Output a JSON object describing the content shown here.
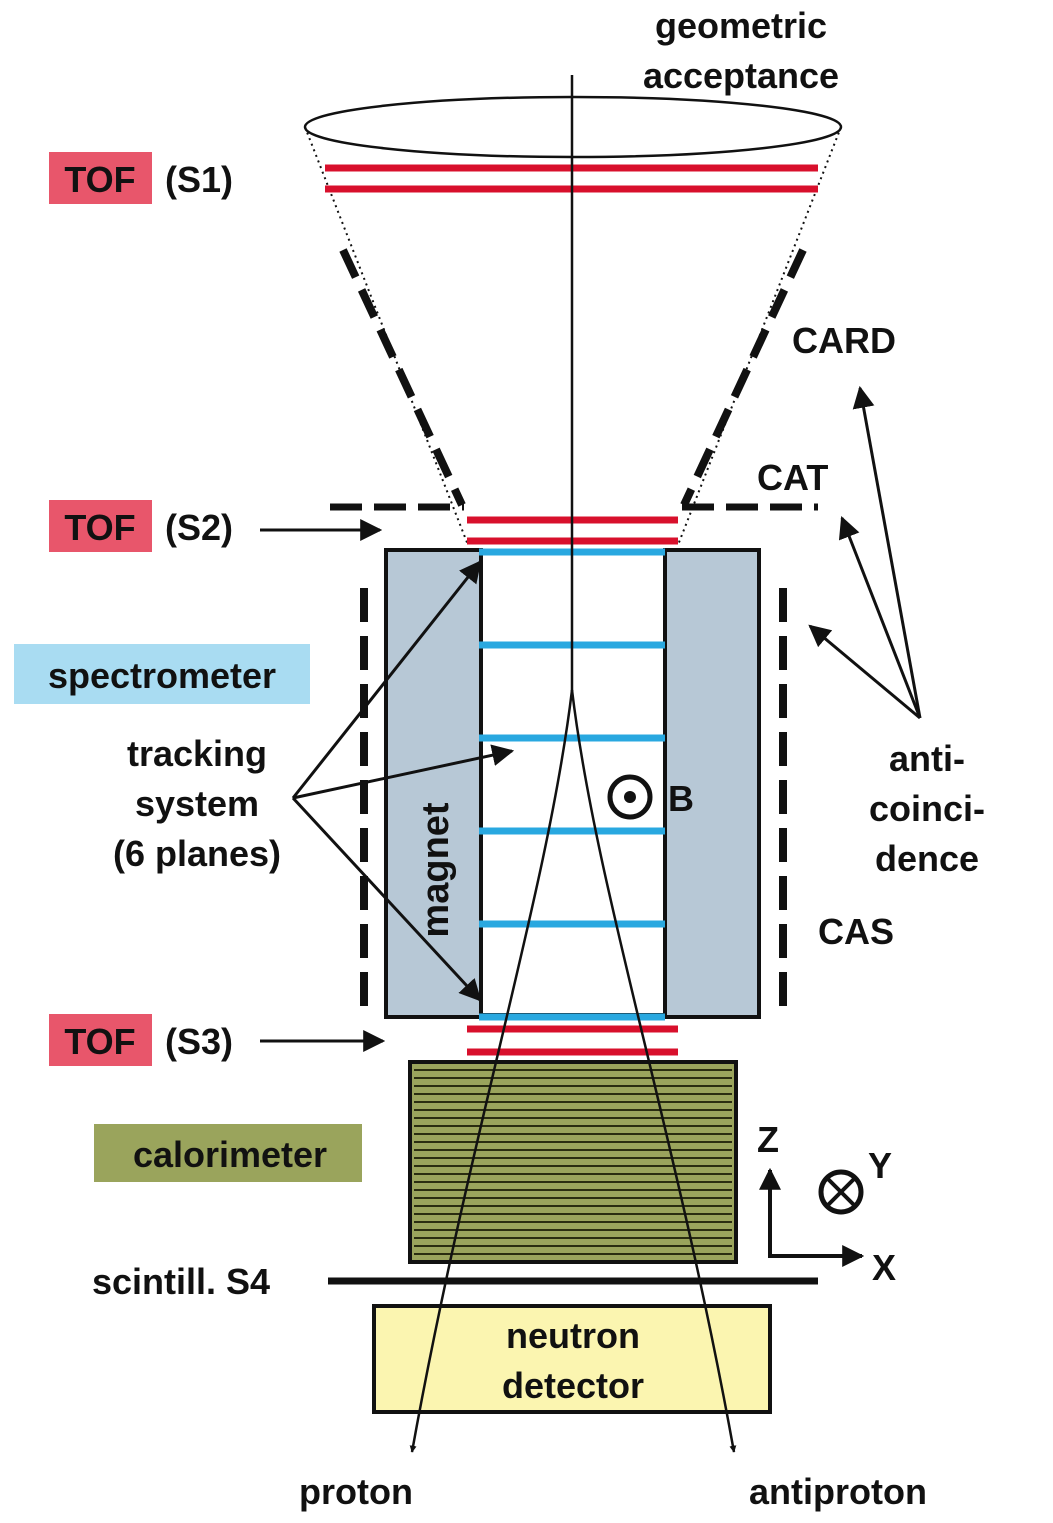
{
  "labels": {
    "geometric_acceptance_line1": "geometric",
    "geometric_acceptance_line2": "acceptance",
    "tof": "TOF",
    "s1": "(S1)",
    "s2": "(S2)",
    "s3": "(S3)",
    "card": "CARD",
    "cat": "CAT",
    "cas": "CAS",
    "spectrometer": "spectrometer",
    "tracking_line1": "tracking",
    "tracking_line2": "system",
    "tracking_line3": "(6 planes)",
    "magnet": "magnet",
    "field": "B",
    "anticoincidence_line1": "anti-",
    "anticoincidence_line2": "coinci-",
    "anticoincidence_line3": "dence",
    "calorimeter": "calorimeter",
    "scintillator": "scintill. S4",
    "neutron_line1": "neutron",
    "neutron_line2": "detector",
    "proton": "proton",
    "antiproton": "antiproton",
    "axis_x": "X",
    "axis_y": "Y",
    "axis_z": "Z"
  },
  "colors": {
    "tof": "#e8566b",
    "tof_strip": "#d8102c",
    "spectrometer": "#a9dcf2",
    "tracker_plane": "#29a8e0",
    "magnet": "#b7c8d6",
    "calorimeter": "#9aa45c",
    "neutron": "#fbf5b0",
    "line": "#111111"
  },
  "icons": {
    "field_out_of_page": "circle-dot-icon",
    "axis_into_page": "circle-cross-icon"
  }
}
